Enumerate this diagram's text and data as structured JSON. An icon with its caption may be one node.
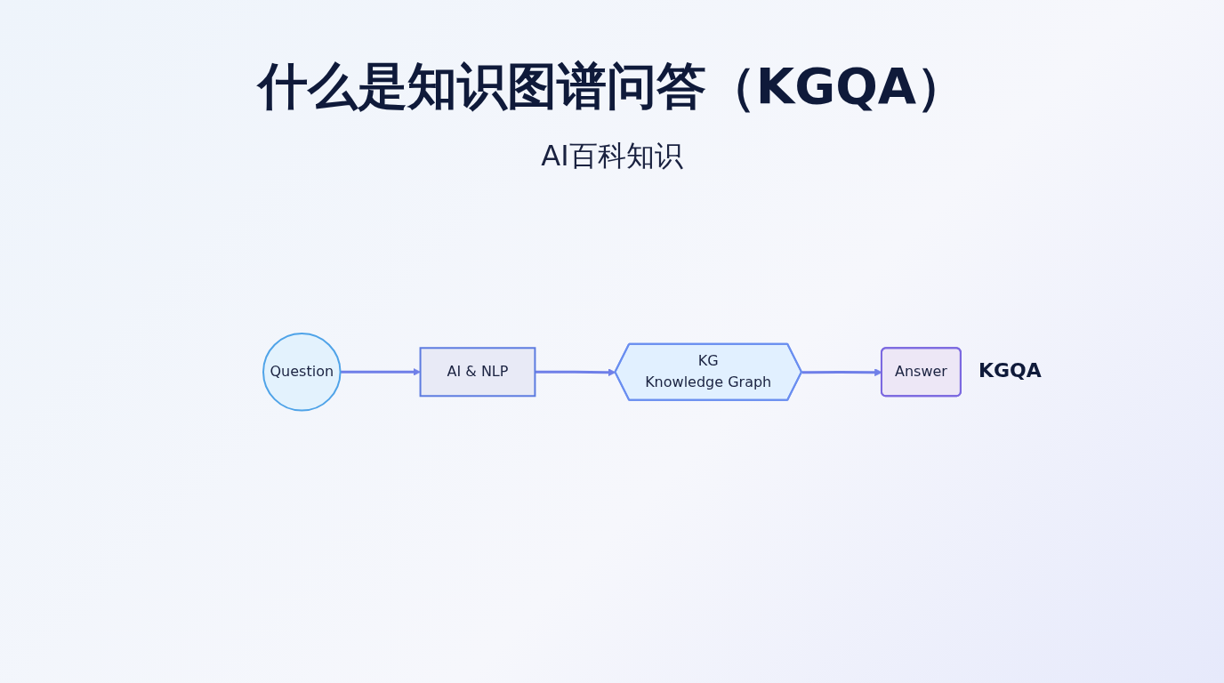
{
  "diagram": {
    "title": "什么是知识图谱问答（KGQA）",
    "nodes": [
      {
        "text": [
          "Question"
        ]
      },
      {
        "text": [
          "AI & NLP"
        ]
      },
      {
        "text": [
          "KG",
          "Knowledge Graph"
        ]
      },
      {
        "text": [
          "Answer"
        ],
        "beside": [
          "KGQA"
        ]
      }
    ],
    "edges": [
      {
        "from": 0,
        "to": 1,
        "arrow": "to"
      },
      {
        "from": 1,
        "to": 2,
        "arrow": "to"
      },
      {
        "from": 2,
        "to": 3,
        "arrow": "to"
      }
    ],
    "labels": [
      "AI百科知识"
    ]
  }
}
